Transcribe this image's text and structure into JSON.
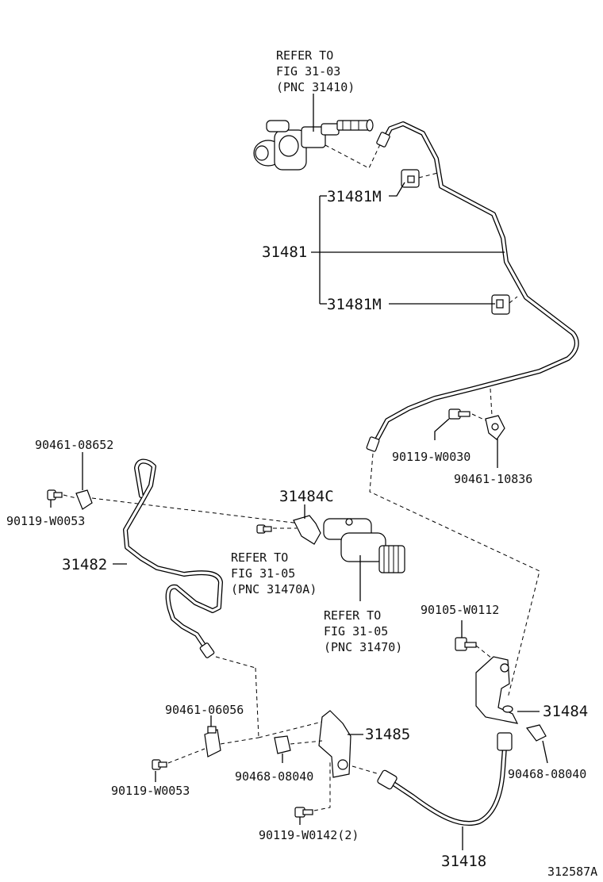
{
  "labels": {
    "refer_top_1": "REFER TO",
    "refer_top_2": "FIG 31-03",
    "refer_top_3": "(PNC 31410)",
    "p31481m_upper": "31481M",
    "p31481": "31481",
    "p31481m_lower": "31481M",
    "p90119_w0030": "90119-W0030",
    "p90461_10836": "90461-10836",
    "p90461_08652": "90461-08652",
    "p90119_w0053_upper": "90119-W0053",
    "p31484c": "31484C",
    "p31482": "31482",
    "refer_mid_1": "REFER TO",
    "refer_mid_2": "FIG 31-05",
    "refer_mid_3": "(PNC 31470A)",
    "refer_low_1": "REFER TO",
    "refer_low_2": "FIG 31-05",
    "refer_low_3": "(PNC 31470)",
    "p90105_w0112": "90105-W0112",
    "p31484": "31484",
    "p90461_06056": "90461-06056",
    "p31485": "31485",
    "p90468_08040_left": "90468-08040",
    "p90468_08040_right": "90468-08040",
    "p90119_w0053_lower": "90119-W0053",
    "p90119_w0142": "90119-W0142(2)",
    "p31418": "31418",
    "figure_id": "312587A"
  }
}
